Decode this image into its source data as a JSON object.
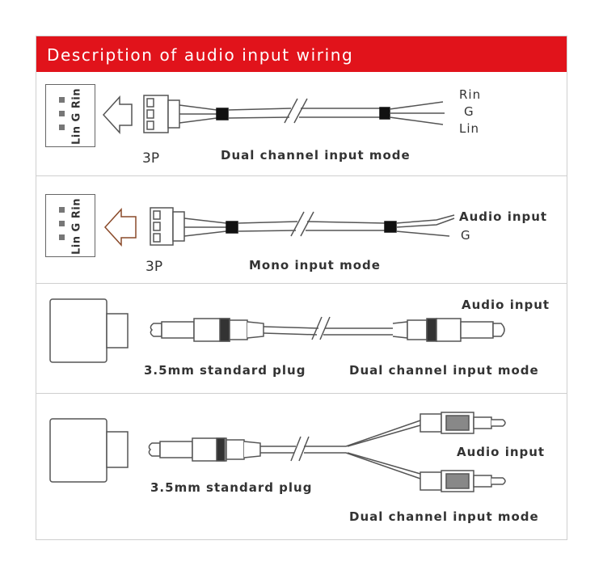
{
  "header": {
    "title": "Description of audio input wiring"
  },
  "sections": [
    {
      "connector_label": "Lin G Rin",
      "plug_label": "3P",
      "mode_label": "Dual channel input mode",
      "wire_labels": [
        "Rin",
        "G",
        "Lin"
      ]
    },
    {
      "connector_label": "Lin G Rin",
      "plug_label": "3P",
      "mode_label": "Mono input mode",
      "wire_labels": [
        "Audio input",
        "G"
      ]
    },
    {
      "audio_label": "Audio input",
      "plug_label": "3.5mm standard plug",
      "mode_label": "Dual channel input mode"
    },
    {
      "audio_label": "Audio input",
      "plug_label": "3.5mm standard plug",
      "mode_label": "Dual channel input mode"
    }
  ],
  "colors": {
    "header": "#e1131b",
    "text": "#333333",
    "line": "#555555"
  }
}
